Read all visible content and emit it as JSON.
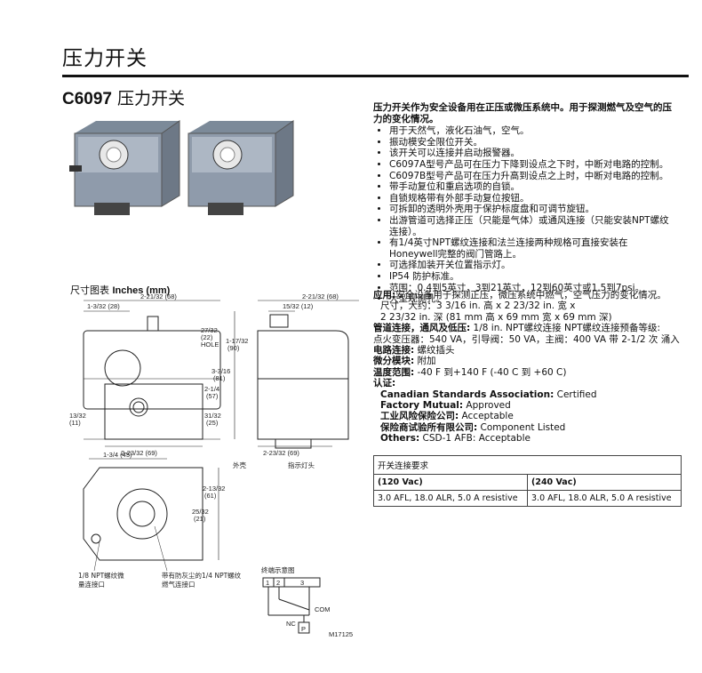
{
  "header": {
    "section_title": "压力开关"
  },
  "product": {
    "model": "C6097",
    "name": "压力开关"
  },
  "description": {
    "intro": "压力开关作为安全设备用在正压或微压系统中。用于探测燃气及空气的压力的变化情况。",
    "bullets": [
      "用于天然气，液化石油气，空气。",
      "振动模安全限位开关。",
      "该开关可以连接并启动报警器。",
      "C6097A型号产品可在压力下降到设点之下时，中断对电路的控制。",
      "C6097B型号产品可在压力升高到设点之上时，中断对电路的控制。",
      "带手动复位和重启选项的自锁。",
      "自锁规格带有外部手动复位按钮。",
      "可拆卸的透明外壳用于保护标度盘和可调节旋钮。",
      "出游管道可选择正压（只能是气体）或通风连接（只能安装NPT螺纹连接）。",
      "有1/4英寸NPT螺纹连接和法兰连接两种规格可直接安装在Honeywell完整的阀门管路上。",
      "可选择加装开关位置指示灯。",
      "IP54 防护标准。",
      "范围：0.4到5英寸，3到21英寸，12到60英寸或1.5到7psi。",
      "大型观测孔。"
    ]
  },
  "specs": {
    "application": {
      "key": "应用:",
      "value": "安全设备用于探测正压，微压系统中燃气，空气压力的变化情况。"
    },
    "size_line1": "尺寸，大约：3 3/16 in. 高 x 2 23/32 in. 宽 x",
    "size_line2": "2 23/32 in. 深 (81 mm 高 x 69 mm 宽 x 69 mm 深)",
    "piping": {
      "key": "管道连接，通风及低压:",
      "value": " 1/8 in. NPT螺纹连接 NPT螺纹连接预备等级:"
    },
    "rating": "点火变压器：540 VA，引导阀：50 VA，主阀：400 VA 带 2-1/2 次 涌入",
    "electrical": {
      "key": "电路连接:",
      "value": " 螺纹插头"
    },
    "microswitch": {
      "key": "微分模块:",
      "value": " 附加"
    },
    "temperature": {
      "key": "温度范围:",
      "value": " -40 F 到+140 F (-40 C 到 +60 C)"
    },
    "approvals_key": "认证:",
    "approvals": [
      {
        "org": "Canadian Standards Association:",
        "value": " Certified"
      },
      {
        "org": "Factory Mutual:",
        "value": " Approved"
      },
      {
        "org": "工业风险保险公司:",
        "value": " Acceptable"
      },
      {
        "org": "保险商试验所有限公司:",
        "value": " Component Listed"
      },
      {
        "org": "Others:",
        "value": " CSD-1 AFB: Acceptable"
      }
    ]
  },
  "switch_table": {
    "header": "开关连接要求",
    "columns": [
      "(120 Vac)",
      "(240 Vac)"
    ],
    "row": [
      "3.0 AFL, 18.0 ALR, 5.0 A resistive",
      "3.0 AFL, 18.0 ALR, 5.0 A resistive"
    ]
  },
  "drawing": {
    "caption_prefix": "尺寸图表 ",
    "caption_bold": "Inches (mm)",
    "dims": {
      "w_total": "2-21/32 (68)",
      "w_left": "1-3/32 (28)",
      "hole": [
        "27/32",
        "(22)",
        "HOLE"
      ],
      "h_right": [
        "1-17/32",
        "(90)"
      ],
      "h_mid": [
        "3-3/16",
        "(81)"
      ],
      "h_low": [
        "2-1/4",
        "(57)"
      ],
      "h_base": [
        "31/32",
        "(25)"
      ],
      "h_left": [
        "13/32",
        "(11)"
      ],
      "w_bottom": "2-23/32 (69)",
      "side_w": "2-21/32 (68)",
      "side_top": "15/32 (12)",
      "side_bottom": "2-23/32 (69)",
      "bot_w": "1-3/4 (45)",
      "bot_h": [
        "2-13/32",
        "(61)"
      ],
      "bot_h2": [
        "25/32",
        "(21)"
      ]
    },
    "labels": {
      "case": "外壳",
      "indicator": "指示灯头",
      "npt_left": [
        "1/8 NPT螺纹微",
        "量连接口"
      ],
      "npt_right": [
        "带有防灰尘的1/4 NPT螺纹",
        "燃气连接口"
      ],
      "wiring_title": "终端示意图",
      "terminals": [
        "1",
        "2",
        "3"
      ],
      "com": "COM",
      "nc": "NC",
      "p": "P",
      "drawing_no": "M17125"
    }
  },
  "colors": {
    "accent": "#000000"
  }
}
